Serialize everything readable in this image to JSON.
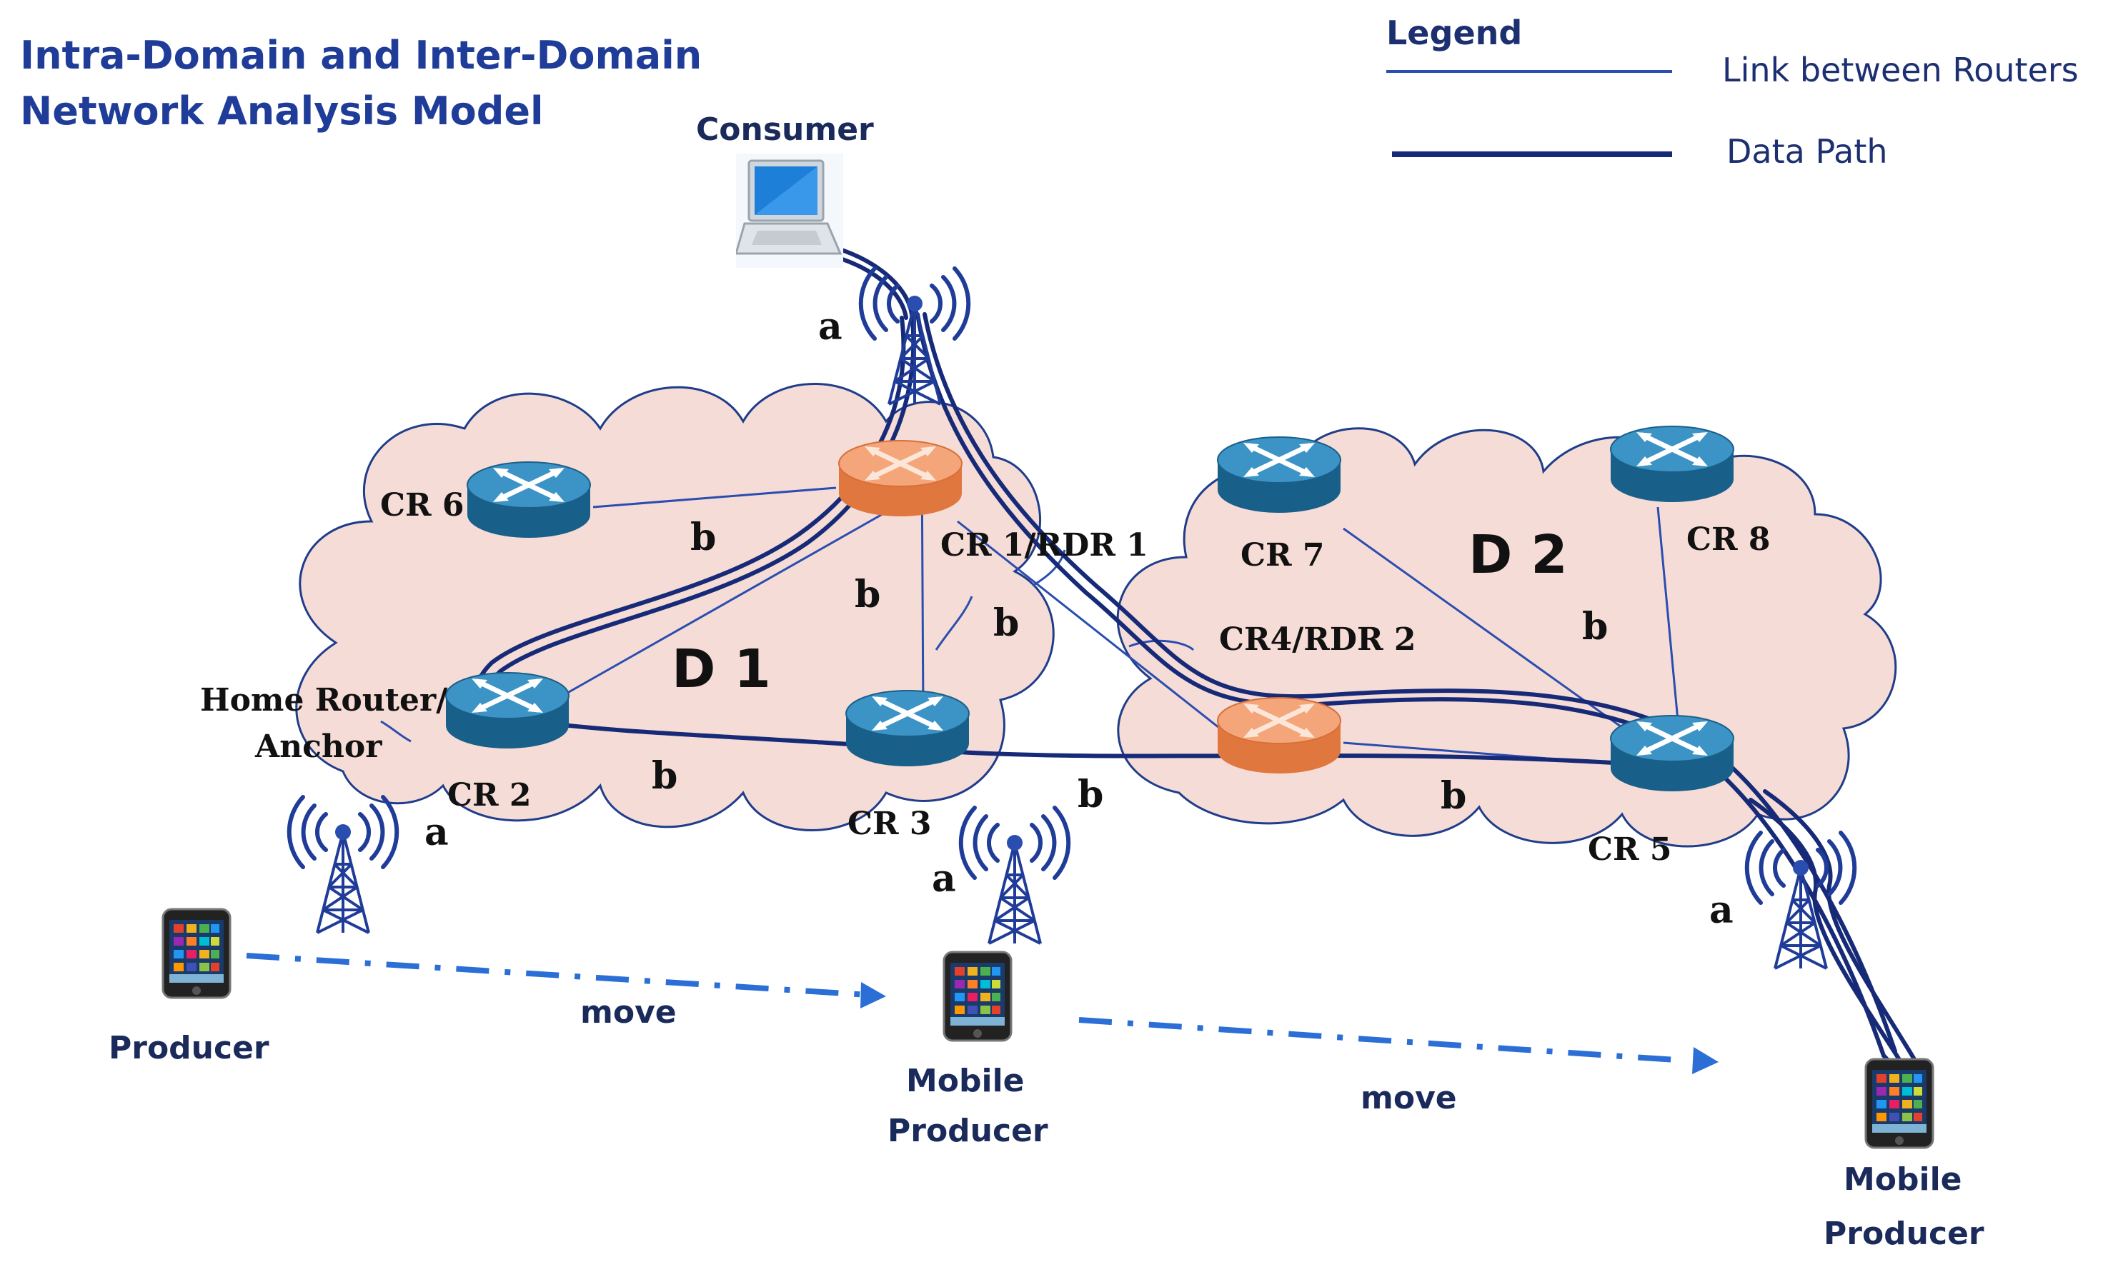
{
  "title": {
    "line1": "Intra-Domain and Inter-Domain",
    "line2": "Network Analysis Model"
  },
  "legend": {
    "heading": "Legend",
    "items": [
      {
        "id": "link",
        "label": "Link between  Routers"
      },
      {
        "id": "path",
        "label": "Data Path"
      }
    ]
  },
  "domains": [
    {
      "id": "d1",
      "label": "D 1"
    },
    {
      "id": "d2",
      "label": "D 2"
    }
  ],
  "routers": [
    {
      "id": "cr6",
      "label": "CR 6",
      "kind": "core"
    },
    {
      "id": "cr1",
      "label": "CR 1/RDR 1",
      "kind": "rdr"
    },
    {
      "id": "cr2",
      "label": "CR 2",
      "kind": "core",
      "role_lines": [
        "Home Router/",
        "Anchor"
      ]
    },
    {
      "id": "cr3",
      "label": "CR 3",
      "kind": "core"
    },
    {
      "id": "cr4",
      "label": "CR4/RDR 2",
      "kind": "rdr"
    },
    {
      "id": "cr5",
      "label": "CR 5",
      "kind": "core"
    },
    {
      "id": "cr7",
      "label": "CR 7",
      "kind": "core"
    },
    {
      "id": "cr8",
      "label": "CR 8",
      "kind": "core"
    }
  ],
  "consumer": {
    "label": "Consumer"
  },
  "producers": [
    {
      "id": "p1",
      "lines": [
        "Producer"
      ]
    },
    {
      "id": "p2",
      "lines": [
        "Mobile",
        "Producer"
      ]
    },
    {
      "id": "p3",
      "lines": [
        "Mobile",
        "Producer"
      ]
    }
  ],
  "moves": [
    {
      "id": "m1",
      "label": "move"
    },
    {
      "id": "m2",
      "label": "move"
    }
  ],
  "link_labels": {
    "wireless": "a",
    "wired": "b"
  },
  "colors": {
    "title": "#1f3c99",
    "link": "#2a4db0",
    "path": "#162a78",
    "move_arrow": "#2b6fd6",
    "cloud_fill": "#f6dcd6",
    "cloud_stroke": "#1f3d8a",
    "router_core": "#2a7fb0",
    "router_rdr": "#ef9360"
  }
}
